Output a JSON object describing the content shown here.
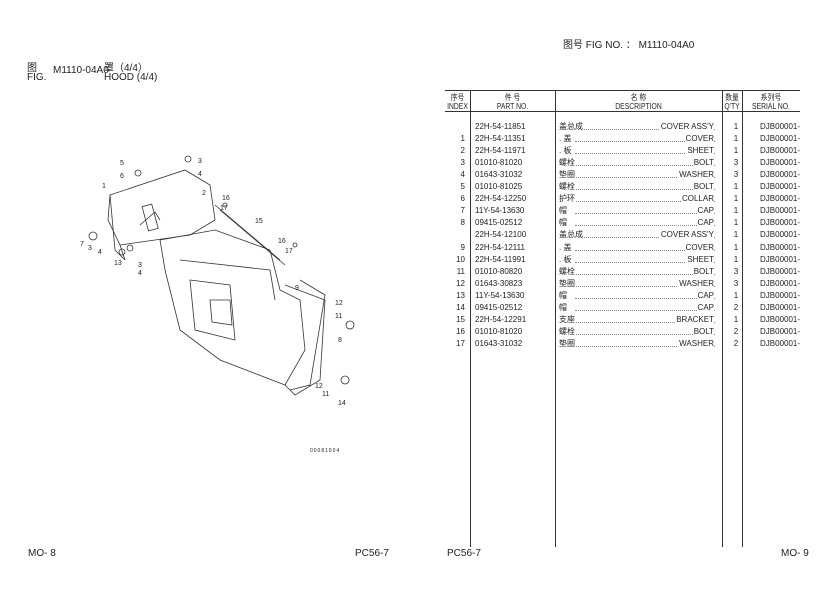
{
  "header_right": {
    "fig_cn": "图号",
    "fig_label": "FIG NO. ：",
    "fig_no": "M1110-04A0"
  },
  "header_left": {
    "fig_cn": "图",
    "fig_label": "FIG.",
    "fig_no": "M1110-04A0",
    "title_cn": "罩（4/4）",
    "title_en": "HOOD (4/4)"
  },
  "diagram": {
    "code": "00081604",
    "callouts": [
      "1",
      "2",
      "3",
      "4",
      "5",
      "6",
      "7",
      "8",
      "9",
      "12",
      "13",
      "14",
      "15",
      "16",
      "17"
    ]
  },
  "table": {
    "headers": {
      "index_cn": "序号",
      "index": "INDEX",
      "part_cn": "件 号",
      "part": "PART NO.",
      "desc_cn": "名 称",
      "desc": "DESCRIPTION",
      "qty_cn": "数量",
      "qty": "Q'TY",
      "serial_cn": "系列号",
      "serial": "SERIAL NO."
    },
    "rows": [
      {
        "index": "",
        "part": "22H-54-11851",
        "cn": "盖总成",
        "en": "COVER ASS'Y",
        "qty": "1",
        "serial": "DJB00001-"
      },
      {
        "index": "1",
        "part": "22H-54-11351",
        "cn": ". 盖",
        "en": "COVER",
        "qty": "1",
        "serial": "DJB00001-"
      },
      {
        "index": "2",
        "part": "22H-54-11971",
        "cn": ". 板",
        "en": "SHEET",
        "qty": "1",
        "serial": "DJB00001-"
      },
      {
        "index": "3",
        "part": "01010-81020",
        "cn": "螺栓",
        "en": "BOLT",
        "qty": "3",
        "serial": "DJB00001-"
      },
      {
        "index": "4",
        "part": "01643-31032",
        "cn": "垫圈",
        "en": "WASHER",
        "qty": "3",
        "serial": "DJB00001-"
      },
      {
        "index": "5",
        "part": "01010-81025",
        "cn": "螺栓",
        "en": "BOLT",
        "qty": "1",
        "serial": "DJB00001-"
      },
      {
        "index": "6",
        "part": "22H-54-12250",
        "cn": "护环",
        "en": "COLLAR",
        "qty": "1",
        "serial": "DJB00001-"
      },
      {
        "index": "7",
        "part": "11Y-54-13630",
        "cn": "帽",
        "en": "CAP",
        "qty": "1",
        "serial": "DJB00001-"
      },
      {
        "index": "8",
        "part": "09415-02512",
        "cn": "帽",
        "en": "CAP",
        "qty": "1",
        "serial": "DJB00001-"
      },
      {
        "index": "",
        "part": "22H-54-12100",
        "cn": "盖总成",
        "en": "COVER ASS'Y",
        "qty": "1",
        "serial": "DJB00001-"
      },
      {
        "index": "9",
        "part": "22H-54-12111",
        "cn": ". 盖",
        "en": "COVER",
        "qty": "1",
        "serial": "DJB00001-"
      },
      {
        "index": "10",
        "part": "22H-54-11991",
        "cn": ". 板",
        "en": "SHEET",
        "qty": "1",
        "serial": "DJB00001-"
      },
      {
        "index": "11",
        "part": "01010-80820",
        "cn": "螺栓",
        "en": "BOLT",
        "qty": "3",
        "serial": "DJB00001-"
      },
      {
        "index": "12",
        "part": "01643-30823",
        "cn": "垫圈",
        "en": "WASHER",
        "qty": "3",
        "serial": "DJB00001-"
      },
      {
        "index": "13",
        "part": "11Y-54-13630",
        "cn": "帽",
        "en": "CAP",
        "qty": "1",
        "serial": "DJB00001-"
      },
      {
        "index": "14",
        "part": "09415-02512",
        "cn": "帽",
        "en": "CAP",
        "qty": "2",
        "serial": "DJB00001-"
      },
      {
        "index": "15",
        "part": "22H-54-12291",
        "cn": "支座",
        "en": "BRACKET",
        "qty": "1",
        "serial": "DJB00001-"
      },
      {
        "index": "16",
        "part": "01010-81020",
        "cn": "螺栓",
        "en": "BOLT",
        "qty": "2",
        "serial": "DJB00001-"
      },
      {
        "index": "17",
        "part": "01643-31032",
        "cn": "垫圈",
        "en": "WASHER",
        "qty": "2",
        "serial": "DJB00001-"
      }
    ]
  },
  "footer": {
    "left_page": "MO- 8",
    "left_model": "PC56-7",
    "right_model": "PC56-7",
    "right_page": "MO- 9"
  }
}
